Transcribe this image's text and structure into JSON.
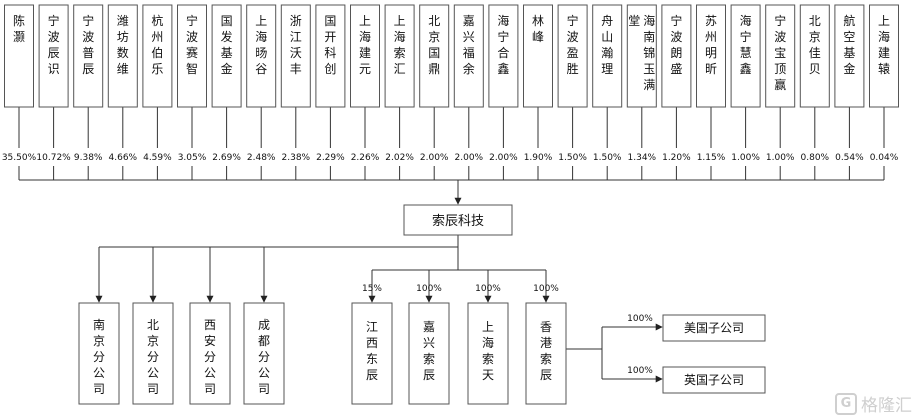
{
  "shareholders": [
    {
      "name": "陈灏",
      "pct": "35.50%"
    },
    {
      "name": "宁波辰识",
      "pct": "10.72%"
    },
    {
      "name": "宁波普辰",
      "pct": "9.38%"
    },
    {
      "name": "潍坊数维",
      "pct": "4.66%"
    },
    {
      "name": "杭州伯乐",
      "pct": "4.59%"
    },
    {
      "name": "宁波赛智",
      "pct": "3.05%"
    },
    {
      "name": "国发基金",
      "pct": "2.69%"
    },
    {
      "name": "上海旸谷",
      "pct": "2.48%"
    },
    {
      "name": "浙江沃丰",
      "pct": "2.38%"
    },
    {
      "name": "国开科创",
      "pct": "2.29%"
    },
    {
      "name": "上海建元",
      "pct": "2.26%"
    },
    {
      "name": "上海索汇",
      "pct": "2.02%"
    },
    {
      "name": "北京国鼎",
      "pct": "2.00%"
    },
    {
      "name": "嘉兴福余",
      "pct": "2.00%"
    },
    {
      "name": "海宁合鑫",
      "pct": "2.00%"
    },
    {
      "name": "林峰",
      "pct": "1.90%"
    },
    {
      "name": "宁波盈胜",
      "pct": "1.50%"
    },
    {
      "name": "舟山瀚理",
      "pct": "1.50%"
    },
    {
      "name": "海南锦玉满堂",
      "pct": "1.34%"
    },
    {
      "name": "宁波朗盛",
      "pct": "1.20%"
    },
    {
      "name": "苏州明昕",
      "pct": "1.15%"
    },
    {
      "name": "海宁慧鑫",
      "pct": "1.00%"
    },
    {
      "name": "宁波宝顶赢",
      "pct": "1.00%"
    },
    {
      "name": "北京佳贝",
      "pct": "0.80%"
    },
    {
      "name": "航空基金",
      "pct": "0.54%"
    },
    {
      "name": "上海建辕",
      "pct": "0.04%"
    }
  ],
  "company": "索辰科技",
  "branches": [
    "南京分公司",
    "北京分公司",
    "西安分公司",
    "成都分公司"
  ],
  "subsidiaries": [
    {
      "name": "江西东辰",
      "pct": "15%"
    },
    {
      "name": "嘉兴索辰",
      "pct": "100%"
    },
    {
      "name": "上海索天",
      "pct": "100%"
    },
    {
      "name": "香港索辰",
      "pct": "100%"
    }
  ],
  "hk_subsidiaries": [
    {
      "name": "美国子公司",
      "pct": "100%"
    },
    {
      "name": "英国子公司",
      "pct": "100%"
    }
  ],
  "watermark": "格隆汇",
  "watermark_icon": "G"
}
